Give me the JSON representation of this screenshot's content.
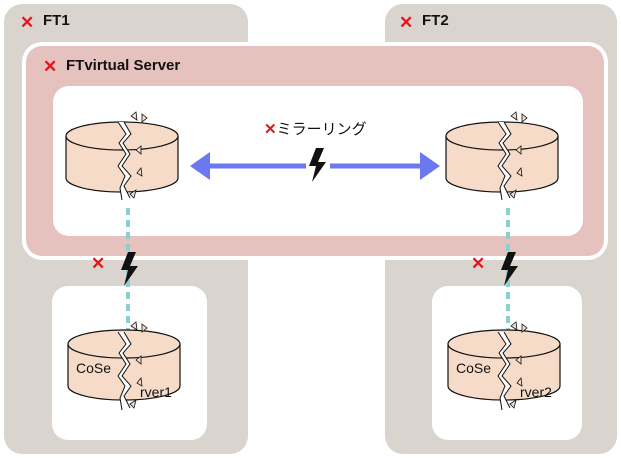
{
  "nodes": {
    "ft1": {
      "label": "FT1",
      "icon": "x-mark-icon"
    },
    "ft2": {
      "label": "FT2",
      "icon": "x-mark-icon"
    },
    "virtual_server": {
      "label": "FTvirtual Server",
      "icon": "x-mark-icon"
    }
  },
  "mirroring": {
    "label": "ミラーリング",
    "icon": "x-mark-icon"
  },
  "cluster_servers": [
    {
      "part1": "CoSe",
      "part2": "rver1"
    },
    {
      "part1": "CoSe",
      "part2": "rver2"
    }
  ],
  "colors": {
    "failure_mark": "#e8141c",
    "panel": "#d9d5ce",
    "virtual_server_bg": "#e6c2be",
    "disk_fill": "#f6dcc8",
    "arrow": "#6b78f0",
    "connector": "#8ccfcf"
  }
}
